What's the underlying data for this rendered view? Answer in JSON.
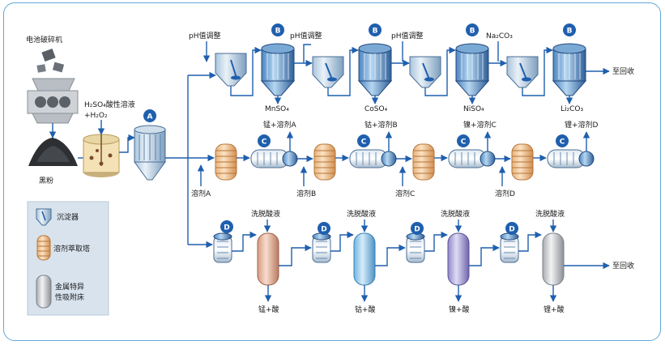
{
  "texts": {
    "crusher": "电池破碎机",
    "black_powder": "黑粉",
    "leach_solution_line1": "H₂SO₄酸性溶液",
    "leach_solution_line2": "+H₂O₂",
    "ph_adjust_1": "pH值调整",
    "ph_adjust_2": "pH值调整",
    "ph_adjust_3": "pH值调整",
    "na2co3": "Na₂CO₃",
    "mnso4": "MnSO₄",
    "coso4": "CoSO₄",
    "niso4": "NiSO₄",
    "li2co3": "Li₂CO₃",
    "mn_solvent_a": "锰+溶剂A",
    "co_solvent_b": "钴+溶剂B",
    "ni_solvent_c": "镍+溶剂C",
    "li_solvent_d": "锂+溶剂D",
    "solvent_a": "溶剂A",
    "solvent_b": "溶剂B",
    "solvent_c": "溶剂C",
    "solvent_d": "溶剂D",
    "to_recovery_top": "至回收",
    "to_recovery_bottom": "至回收",
    "elute_1": "洗脱酸液",
    "elute_2": "洗脱酸液",
    "elute_3": "洗脱酸液",
    "elute_4": "洗脱酸液",
    "mn_acid": "锰+酸",
    "co_acid": "钴+酸",
    "ni_acid": "镍+酸",
    "li_acid": "锂+酸"
  },
  "legend": {
    "precipitator": "沉淀器",
    "extraction_tower": "溶剂萃取塔",
    "adsorption_bed_line1": "金属特异",
    "adsorption_bed_line2": "性吸附床"
  },
  "badges": {
    "A": "A",
    "B": "B",
    "C": "C",
    "D": "D"
  },
  "colors": {
    "pipe": "#1f5fae",
    "badge": "#1f5fae",
    "frame": "#5fa8d8",
    "legend_bg": "#d8e3ee"
  }
}
